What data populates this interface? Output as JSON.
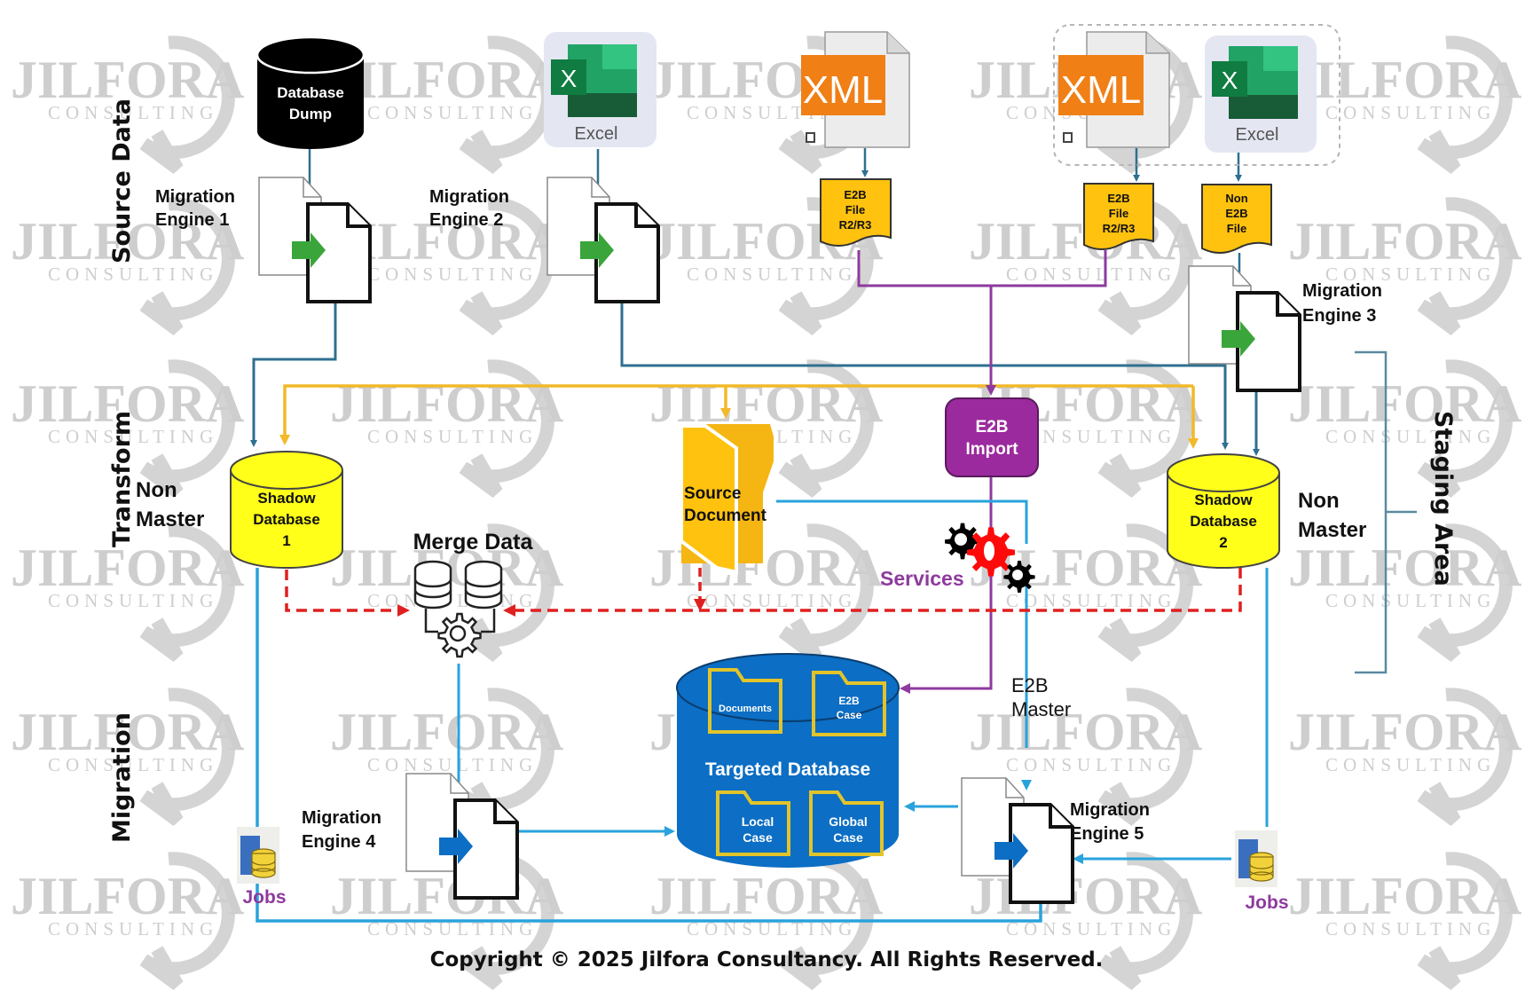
{
  "watermark": {
    "brand": "JILFORA",
    "tagline": "CONSULTING"
  },
  "sections": {
    "source_data": "Source Data",
    "transform": "Transform",
    "migration": "Migration",
    "staging_area": "Staging Area"
  },
  "sources": {
    "database_dump": [
      "Database",
      "Dump"
    ],
    "excel_1": {
      "badge": "X",
      "caption": "Excel"
    },
    "xml_1": {
      "badge": "XML"
    },
    "xml_2": {
      "badge": "XML"
    },
    "excel_2": {
      "badge": "X",
      "caption": "Excel"
    }
  },
  "files": {
    "e2b_file_1": [
      "E2B",
      "File",
      "R2/R3"
    ],
    "e2b_file_2": [
      "E2B",
      "File",
      "R2/R3"
    ],
    "non_e2b_file": [
      "Non",
      "E2B",
      "File"
    ]
  },
  "engines": {
    "engine_1": [
      "Migration",
      "Engine 1"
    ],
    "engine_2": [
      "Migration",
      "Engine 2"
    ],
    "engine_3": [
      "Migration",
      "Engine 3"
    ],
    "engine_4": [
      "Migration",
      "Engine 4"
    ],
    "engine_5": [
      "Migration",
      "Engine 5"
    ]
  },
  "shadow_db_1": {
    "lines": [
      "Shadow",
      "Database",
      "1"
    ],
    "note": [
      "Non",
      "Master"
    ]
  },
  "shadow_db_2": {
    "lines": [
      "Shadow",
      "Database",
      "2"
    ],
    "note": [
      "Non",
      "Master"
    ]
  },
  "merge_data": "Merge Data",
  "source_document": [
    "Source",
    "Document"
  ],
  "e2b_import": [
    "E2B",
    "Import"
  ],
  "services": "Services",
  "e2b_master": [
    "E2B",
    "Master"
  ],
  "targeted_db": {
    "title": "Targeted Database",
    "folders": {
      "documents": [
        "Documents"
      ],
      "e2b_case": [
        "E2B",
        "Case"
      ],
      "local_case": [
        "Local",
        "Case"
      ],
      "global_case": [
        "Global",
        "Case"
      ]
    }
  },
  "jobs_1": "Jobs",
  "jobs_2": "Jobs",
  "colors": {
    "teal_line": "#2f6f8f",
    "yellow_line": "#f2b928",
    "purple_line": "#8e3a9e",
    "blue_line": "#29a3dc",
    "red_dash": "#e02020",
    "shadow_db_fill": "#ffff1a",
    "target_db_fill": "#0c6ec4",
    "file_fill": "#ffc20e",
    "e2b_import_fill": "#9b2a9e",
    "green_arrow": "#3aa53a",
    "xml_orange": "#f07f16",
    "excel_green": "#1e7d45"
  },
  "footer": {
    "copyright": "Copyright © 2025 Jilfora Consultancy. All Rights Reserved."
  }
}
